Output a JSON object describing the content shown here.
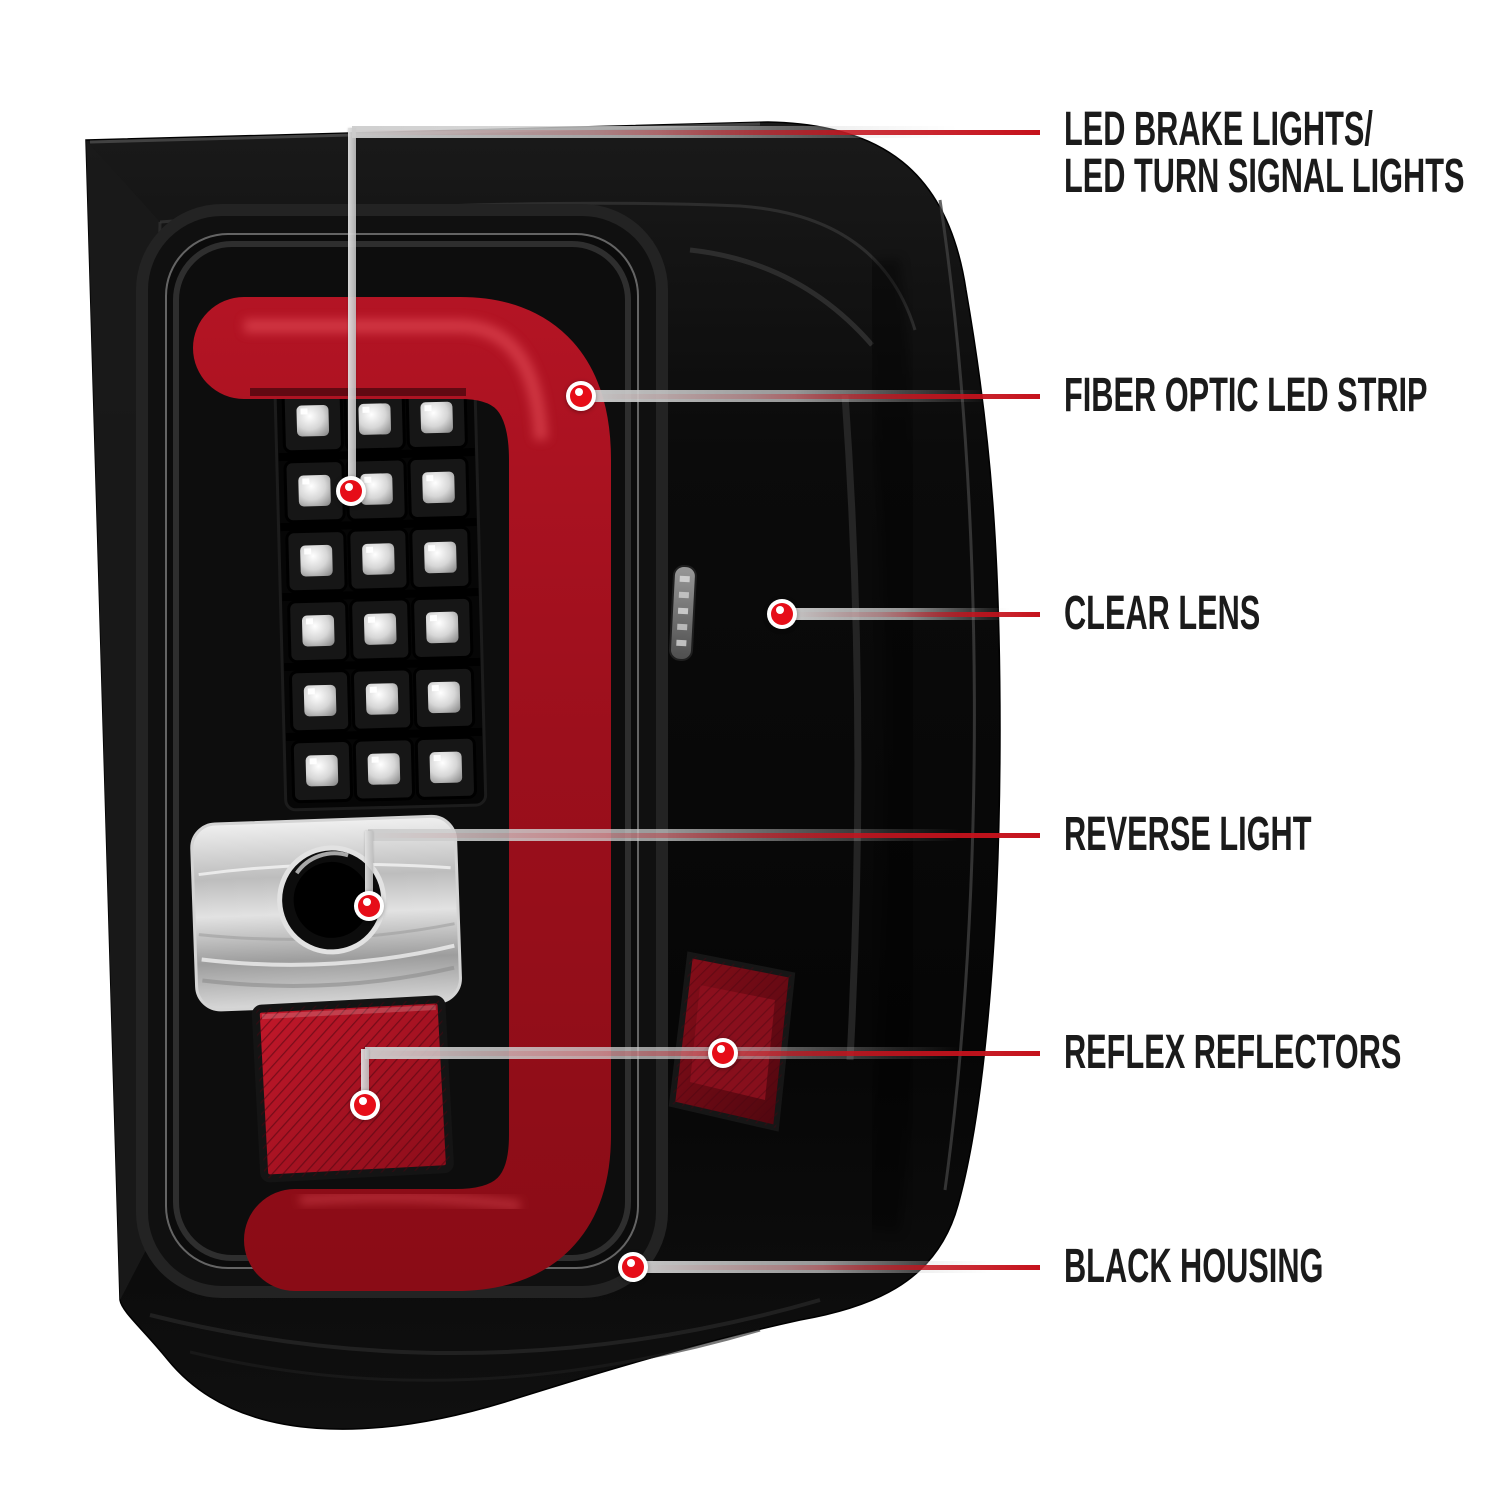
{
  "colors": {
    "background": "#ffffff",
    "accent_red_line": "#c5121c",
    "dot_red": "#e60d18",
    "label_text": "#1b1b1b",
    "housing_black": "#0a0a0a",
    "light_bar_red": "#9c0f1c"
  },
  "figure": {
    "type": "annotated-product-callout-diagram",
    "led_grid": {
      "rows": 6,
      "columns": 3,
      "led_count": 18
    }
  },
  "callouts": [
    {
      "name": "led-brake-turn-signal",
      "lines": [
        "LED BRAKE LIGHTS/",
        "LED TURN SIGNAL LIGHTS"
      ]
    },
    {
      "name": "fiber-optic-led-strip",
      "label": "FIBER OPTIC LED STRIP"
    },
    {
      "name": "clear-lens",
      "label": "CLEAR LENS"
    },
    {
      "name": "reverse-light",
      "label": "REVERSE LIGHT"
    },
    {
      "name": "reflex-reflectors",
      "label": "REFLEX REFLECTORS"
    },
    {
      "name": "black-housing",
      "label": "BLACK HOUSING"
    }
  ]
}
